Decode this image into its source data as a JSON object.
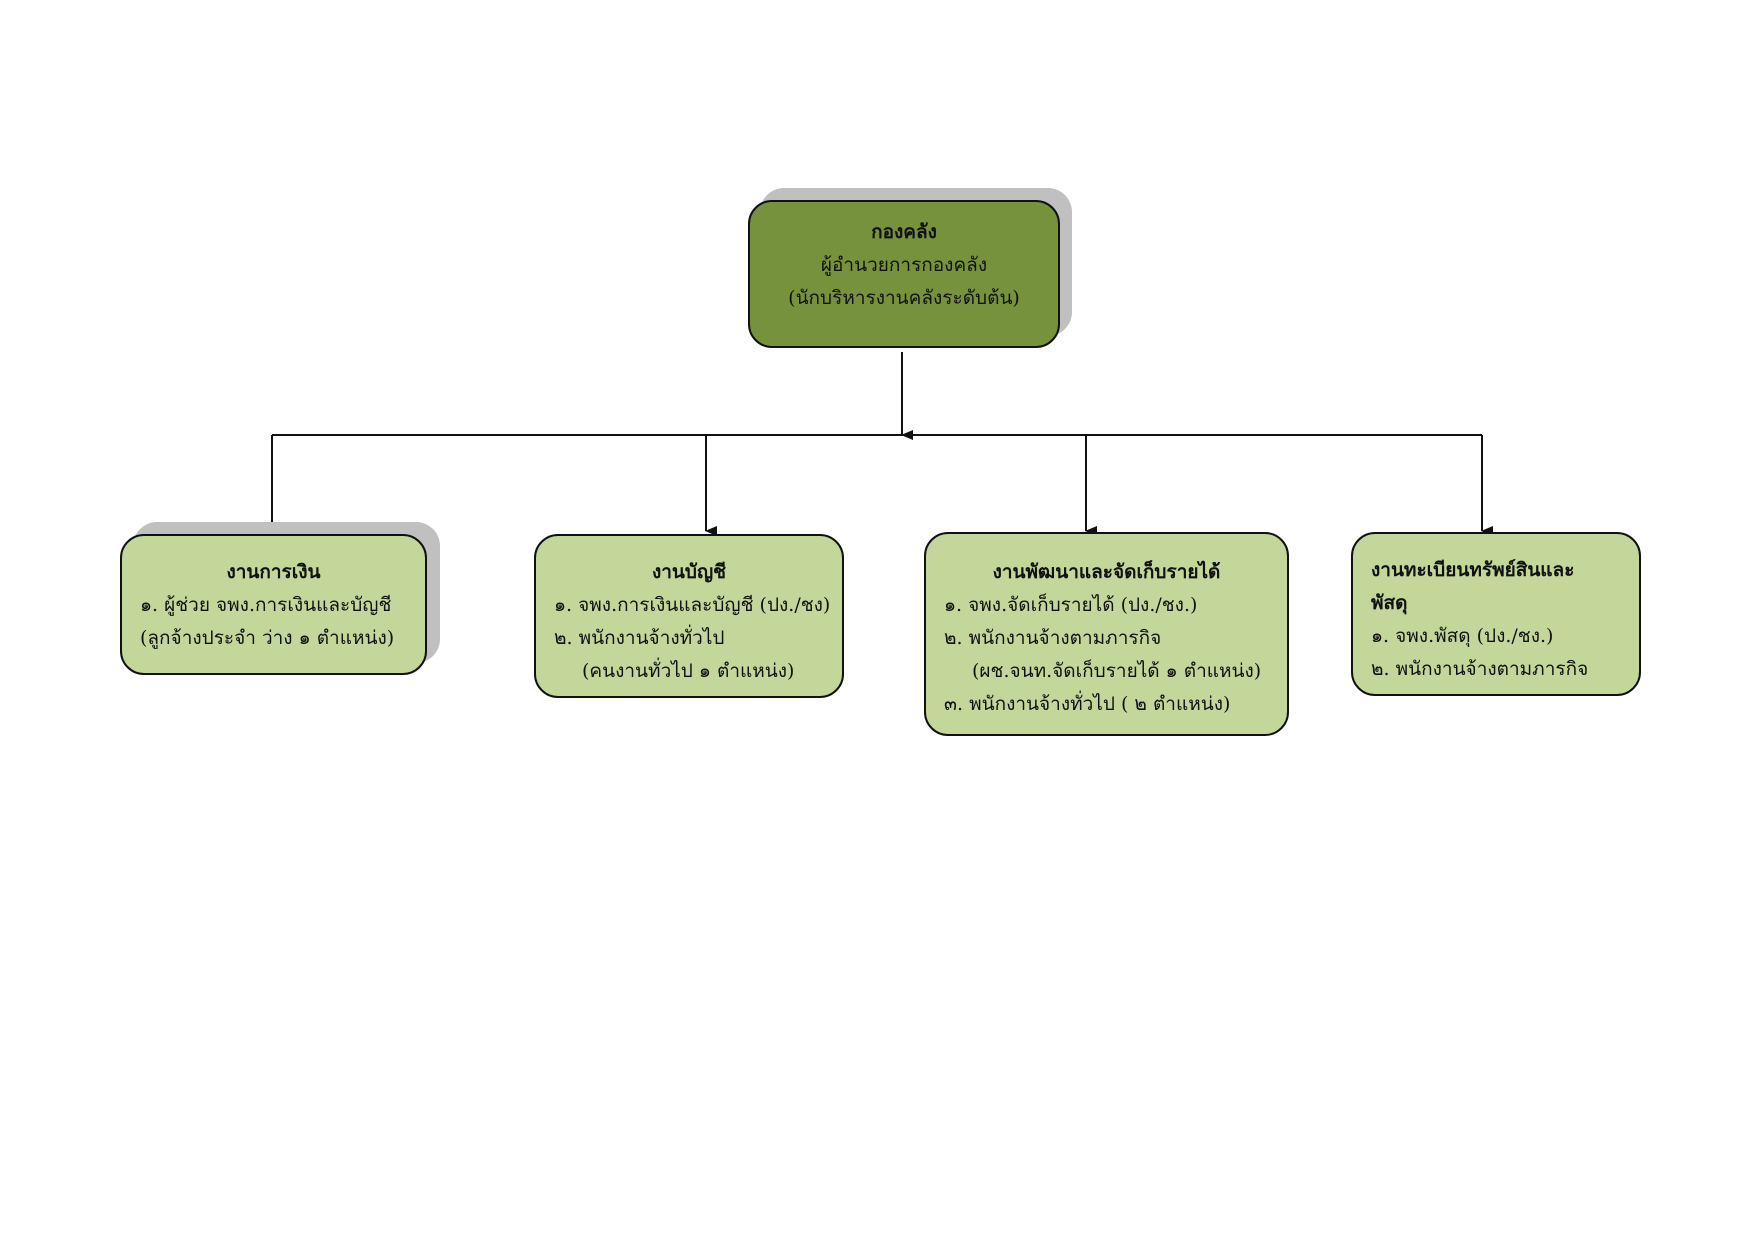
{
  "root": {
    "title": "กองคลัง",
    "lines": [
      "ผู้อำนวยการกองคลัง",
      "(นักบริหารงานคลังระดับต้น)"
    ]
  },
  "units": [
    {
      "title": [
        "งานการเงิน"
      ],
      "lines": [
        "๑. ผู้ช่วย จพง.การเงินและบัญชี",
        "(ลูกจ้างประจำ ว่าง ๑ ตำแหน่ง)"
      ]
    },
    {
      "title": [
        "งานบัญชี"
      ],
      "lines": [
        "๑. จพง.การเงินและบัญชี (ปง./ชง)",
        "๒. พนักงานจ้างทั่วไป",
        "(คนงานทั่วไป ๑ ตำแหน่ง)"
      ]
    },
    {
      "title": [
        "งานพัฒนาและจัดเก็บรายได้"
      ],
      "lines": [
        "๑. จพง.จัดเก็บรายได้ (ปง./ชง.)",
        "๒. พนักงานจ้างตามภารกิจ",
        "(ผช.จนท.จัดเก็บรายได้ ๑ ตำแหน่ง)",
        "๓. พนักงานจ้างทั่วไป ( ๒ ตำแหน่ง)"
      ]
    },
    {
      "title": [
        "งานทะเบียนทรัพย์สินและ",
        "พัสดุ"
      ],
      "lines": [
        "๑. จพง.พัสดุ (ปง./ชง.)",
        "๒. พนักงานจ้างตามภารกิจ"
      ]
    }
  ]
}
